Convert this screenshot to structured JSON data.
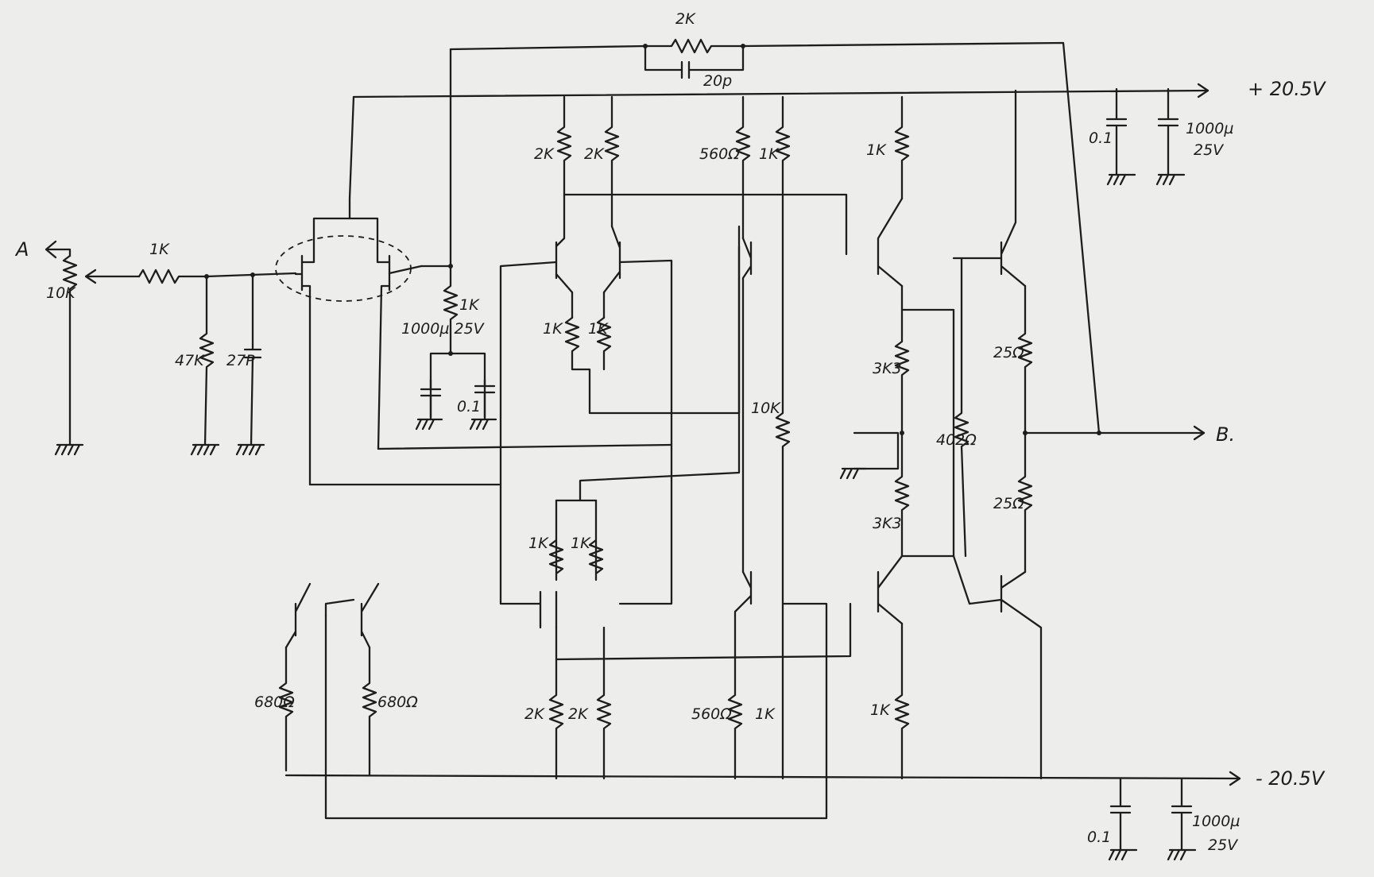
{
  "diagram": {
    "ports": {
      "a": "A",
      "b": "B.",
      "vpos": "+ 20.5V",
      "vneg": "- 20.5V"
    },
    "labels": {
      "feedback_r": "2K",
      "feedback_c": "20p",
      "vol_pot": "10K",
      "in_r": "1K",
      "r_47k": "47K",
      "c_27p": "27P",
      "cap_1000u": "1000µ 25V",
      "r_1k_fb": "1K",
      "r_2k_a": "2K",
      "r_2k_b": "2K",
      "r_1k_a": "1K",
      "r_1k_b": "1K",
      "r_560_top": "560Ω",
      "r_1k_top": "1K",
      "r_1k_top2": "1K",
      "r_10k": "10K",
      "r_3k3_top": "3K3",
      "r_3k3_bot": "3K3",
      "r_402": "402Ω",
      "r_25_top": "25Ω",
      "r_25_bot": "25Ω",
      "r_1k_c": "1K",
      "r_1k_d": "1K",
      "r_680_l": "680Ω",
      "r_680_r": "680Ω",
      "r_2k_c": "2K",
      "r_2k_d": "2K",
      "r_560_bot": "560Ω",
      "r_1k_bot": "1K",
      "r_1k_bot2": "1K",
      "c01_top": "0.1",
      "c_top_big": "1000µ",
      "c_top_v": "25V",
      "c01_bot": "0.1",
      "c_bot_big": "1000µ",
      "c_bot_v": "25V",
      "c_small": "0.1"
    }
  }
}
